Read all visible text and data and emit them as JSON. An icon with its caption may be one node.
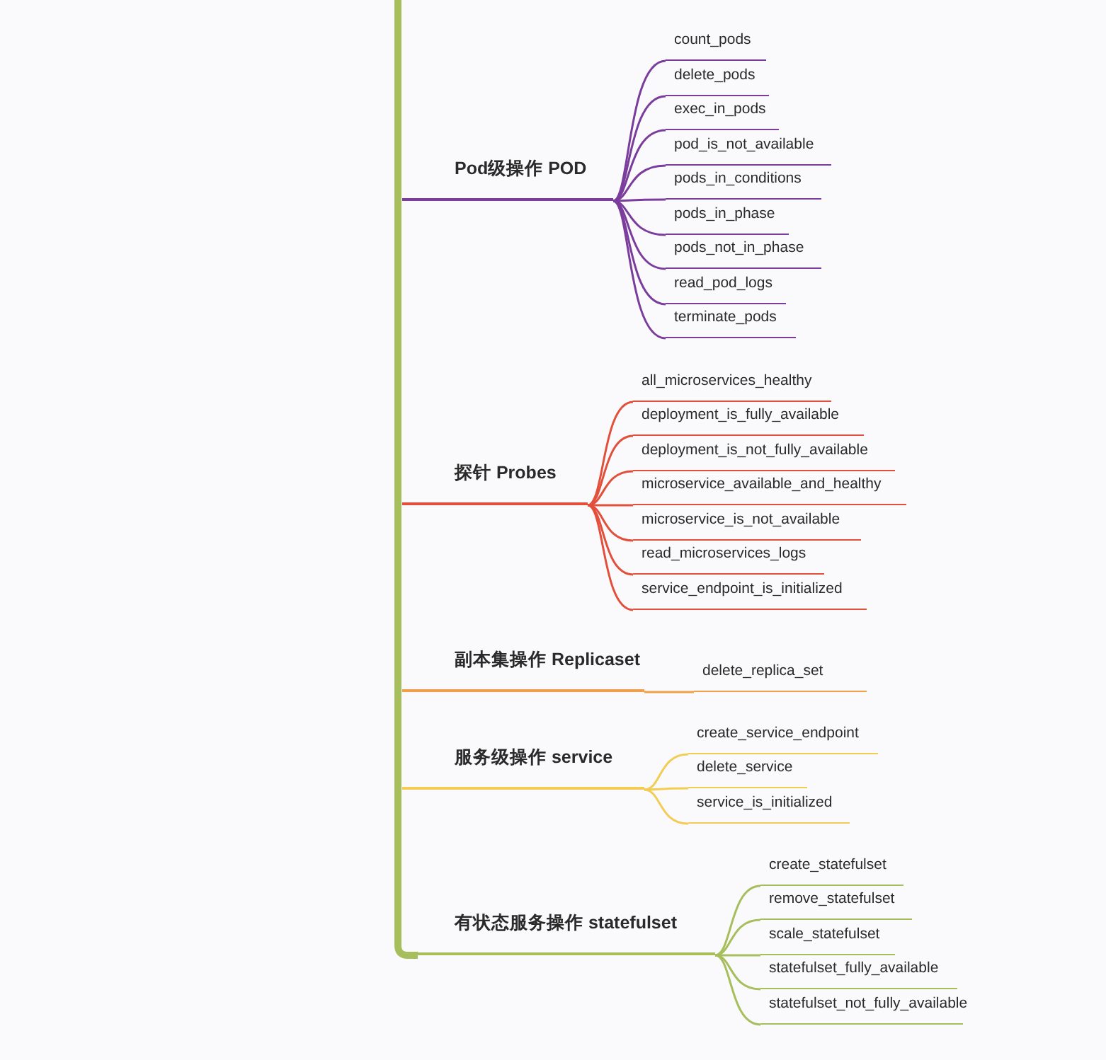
{
  "diagram": {
    "nodes": [
      {
        "text": [
          "Pod级操作 POD"
        ]
      },
      {
        "text": [
          "count_pods"
        ]
      },
      {
        "text": [
          "delete_pods"
        ]
      },
      {
        "text": [
          "exec_in_pods"
        ]
      },
      {
        "text": [
          "pod_is_not_available"
        ]
      },
      {
        "text": [
          "pods_in_conditions"
        ]
      },
      {
        "text": [
          "pods_in_phase"
        ]
      },
      {
        "text": [
          "pods_not_in_phase"
        ]
      },
      {
        "text": [
          "read_pod_logs"
        ]
      },
      {
        "text": [
          "terminate_pods"
        ]
      },
      {
        "text": [
          "探针 Probes"
        ]
      },
      {
        "text": [
          "all_microservices_healthy"
        ]
      },
      {
        "text": [
          "deployment_is_fully_available"
        ]
      },
      {
        "text": [
          "deployment_is_not_fully_available"
        ]
      },
      {
        "text": [
          "microservice_available_and_healthy"
        ]
      },
      {
        "text": [
          "microservice_is_not_available"
        ]
      },
      {
        "text": [
          "read_microservices_logs"
        ]
      },
      {
        "text": [
          "service_endpoint_is_initialized"
        ]
      },
      {
        "text": [
          "副本集操作 Replicaset"
        ]
      },
      {
        "text": [
          "delete_replica_set"
        ]
      },
      {
        "text": [
          "服务级操作 service"
        ]
      },
      {
        "text": [
          "create_service_endpoint"
        ]
      },
      {
        "text": [
          "delete_service"
        ]
      },
      {
        "text": [
          "service_is_initialized"
        ]
      },
      {
        "text": [
          "有状态服务操作 statefulset"
        ]
      },
      {
        "text": [
          "create_statefulset"
        ]
      },
      {
        "text": [
          "remove_statefulset"
        ]
      },
      {
        "text": [
          "scale_statefulset"
        ]
      },
      {
        "text": [
          "statefulset_fully_available"
        ]
      },
      {
        "text": [
          "statefulset_not_fully_available"
        ]
      }
    ],
    "edges": [
      {
        "from": 0,
        "to": 1,
        "arrow": "none",
        "color": "#7a3d9c"
      },
      {
        "from": 0,
        "to": 2,
        "arrow": "none",
        "color": "#7a3d9c"
      },
      {
        "from": 0,
        "to": 3,
        "arrow": "none",
        "color": "#7a3d9c"
      },
      {
        "from": 0,
        "to": 4,
        "arrow": "none",
        "color": "#7a3d9c"
      },
      {
        "from": 0,
        "to": 5,
        "arrow": "none",
        "color": "#7a3d9c"
      },
      {
        "from": 0,
        "to": 6,
        "arrow": "none",
        "color": "#7a3d9c"
      },
      {
        "from": 0,
        "to": 7,
        "arrow": "none",
        "color": "#7a3d9c"
      },
      {
        "from": 0,
        "to": 8,
        "arrow": "none",
        "color": "#7a3d9c"
      },
      {
        "from": 0,
        "to": 9,
        "arrow": "none",
        "color": "#7a3d9c"
      },
      {
        "from": 10,
        "to": 11,
        "arrow": "none",
        "color": "#e2503c"
      },
      {
        "from": 10,
        "to": 12,
        "arrow": "none",
        "color": "#e2503c"
      },
      {
        "from": 10,
        "to": 13,
        "arrow": "none",
        "color": "#e2503c"
      },
      {
        "from": 10,
        "to": 14,
        "arrow": "none",
        "color": "#e2503c"
      },
      {
        "from": 10,
        "to": 15,
        "arrow": "none",
        "color": "#e2503c"
      },
      {
        "from": 10,
        "to": 16,
        "arrow": "none",
        "color": "#e2503c"
      },
      {
        "from": 10,
        "to": 17,
        "arrow": "none",
        "color": "#e2503c"
      },
      {
        "from": 18,
        "to": 19,
        "arrow": "none",
        "color": "#f0a048"
      },
      {
        "from": 20,
        "to": 21,
        "arrow": "none",
        "color": "#f2cc55"
      },
      {
        "from": 20,
        "to": 22,
        "arrow": "none",
        "color": "#f2cc55"
      },
      {
        "from": 20,
        "to": 23,
        "arrow": "none",
        "color": "#f2cc55"
      },
      {
        "from": 24,
        "to": 25,
        "arrow": "none",
        "color": "#a6bf5c"
      },
      {
        "from": 24,
        "to": 26,
        "arrow": "none",
        "color": "#a6bf5c"
      },
      {
        "from": 24,
        "to": 27,
        "arrow": "none",
        "color": "#a6bf5c"
      },
      {
        "from": 24,
        "to": 28,
        "arrow": "none",
        "color": "#a6bf5c"
      },
      {
        "from": 24,
        "to": 29,
        "arrow": "none",
        "color": "#a6bf5c"
      }
    ]
  }
}
